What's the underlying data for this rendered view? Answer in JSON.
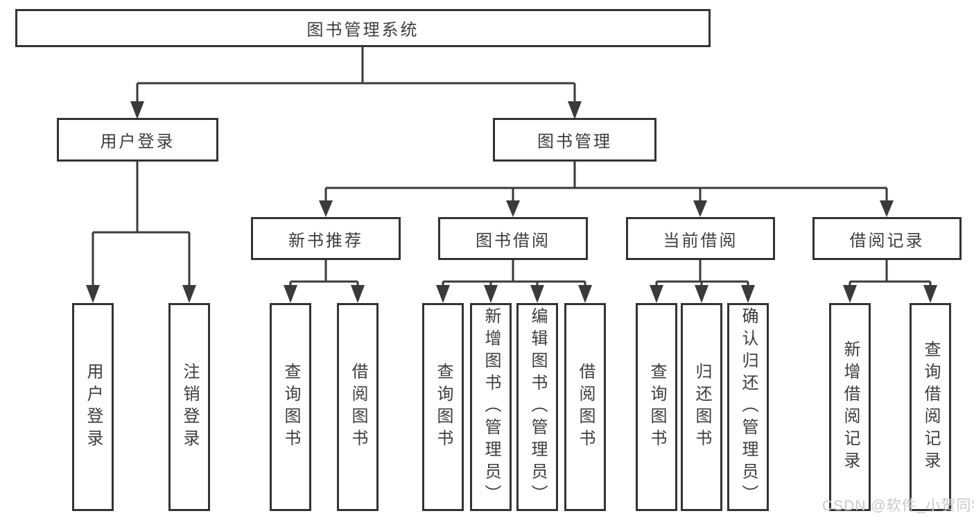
{
  "tree": {
    "label": "图书管理系统",
    "children": [
      {
        "label": "用户登录",
        "children": [
          {
            "label": "用户登录"
          },
          {
            "label": "注销登录"
          }
        ]
      },
      {
        "label": "图书管理",
        "children": [
          {
            "label": "新书推荐",
            "children": [
              {
                "label": "查询图书"
              },
              {
                "label": "借阅图书"
              }
            ]
          },
          {
            "label": "图书借阅",
            "children": [
              {
                "label": "查询图书"
              },
              {
                "label": "新增图书（管理员）"
              },
              {
                "label": "编辑图书（管理员）"
              },
              {
                "label": "借阅图书"
              }
            ]
          },
          {
            "label": "当前借阅",
            "children": [
              {
                "label": "查询图书"
              },
              {
                "label": "归还图书"
              },
              {
                "label": "确认归还（管理员）"
              }
            ]
          },
          {
            "label": "借阅记录",
            "children": [
              {
                "label": "新增借阅记录"
              },
              {
                "label": "查询借阅记录"
              }
            ]
          }
        ]
      }
    ]
  },
  "watermark": "CSDN @软件_小贺同学",
  "colors": {
    "line": "#3a3a3a",
    "box_border": "#333333",
    "box_fill": "#ffffff",
    "text": "#3d3d3d",
    "watermark": "#c9c9c9"
  }
}
